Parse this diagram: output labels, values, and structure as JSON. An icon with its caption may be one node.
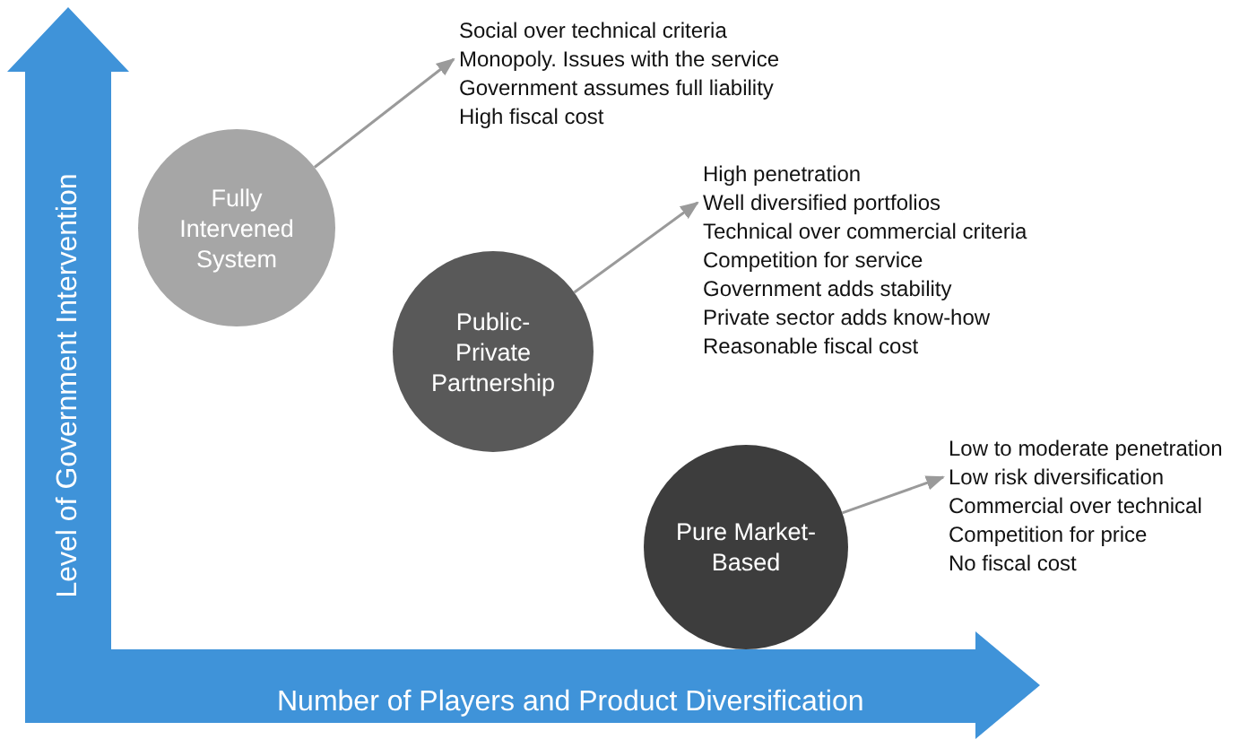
{
  "diagram": {
    "nodes": [
      {
        "text": [
          "Fully Intervened System"
        ]
      },
      {
        "text": [
          "Social over technical criteria",
          "Monopoly. Issues with the service",
          "Government assumes full liability",
          "High fiscal cost"
        ]
      },
      {
        "text": [
          "Public-Private Partnership"
        ]
      },
      {
        "text": [
          "High penetration",
          "Well diversified portfolios",
          "Technical over commercial criteria",
          "Competition for service",
          "Government adds stability",
          "Private sector adds know-how",
          "Reasonable fiscal cost"
        ]
      },
      {
        "text": [
          "Pure Market-Based"
        ]
      },
      {
        "text": [
          "Low to moderate penetration",
          "Low risk diversification",
          "Commercial over technical",
          "Competition for price",
          "No fiscal cost"
        ]
      }
    ],
    "edges": [
      {
        "from": 0,
        "to": 1,
        "arrow": "to"
      },
      {
        "from": 2,
        "to": 3,
        "arrow": "to"
      },
      {
        "from": 4,
        "to": 5,
        "arrow": "to"
      }
    ],
    "labels": [
      "Level of Government Intervention",
      "Number of Players and Product Diversification"
    ]
  }
}
